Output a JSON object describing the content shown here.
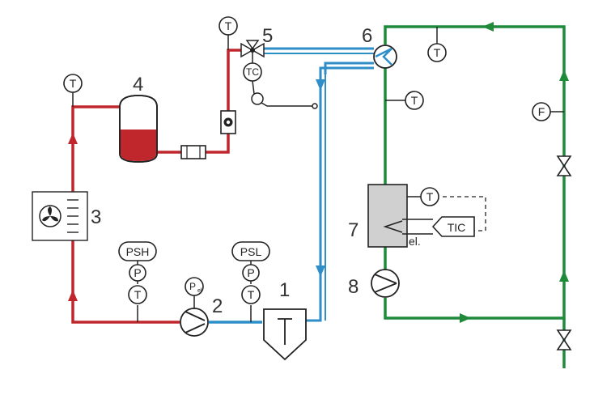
{
  "colors": {
    "red": "#c0272d",
    "blue": "#2e8ec8",
    "green": "#1e8a3a",
    "black": "#222222",
    "grey": "#d0d0d0"
  },
  "numbers": {
    "evaporator": "1",
    "compressor": "2",
    "condenser": "3",
    "receiver": "4",
    "expansion_valve": "5",
    "heat_exchanger": "6",
    "heater": "7",
    "pump": "8"
  },
  "instruments": {
    "t": "T",
    "tc": "TC",
    "tic": "TIC",
    "f": "F",
    "p": "P",
    "psh": "PSH",
    "psl": "PSL",
    "pel_main": "P",
    "pel_sub": "el"
  },
  "labels": {
    "el": "el."
  },
  "icons": [
    "fan-icon",
    "pump-icon",
    "valve-icon",
    "sight-glass-icon",
    "filter-dryer-icon",
    "heater-coil-icon"
  ]
}
